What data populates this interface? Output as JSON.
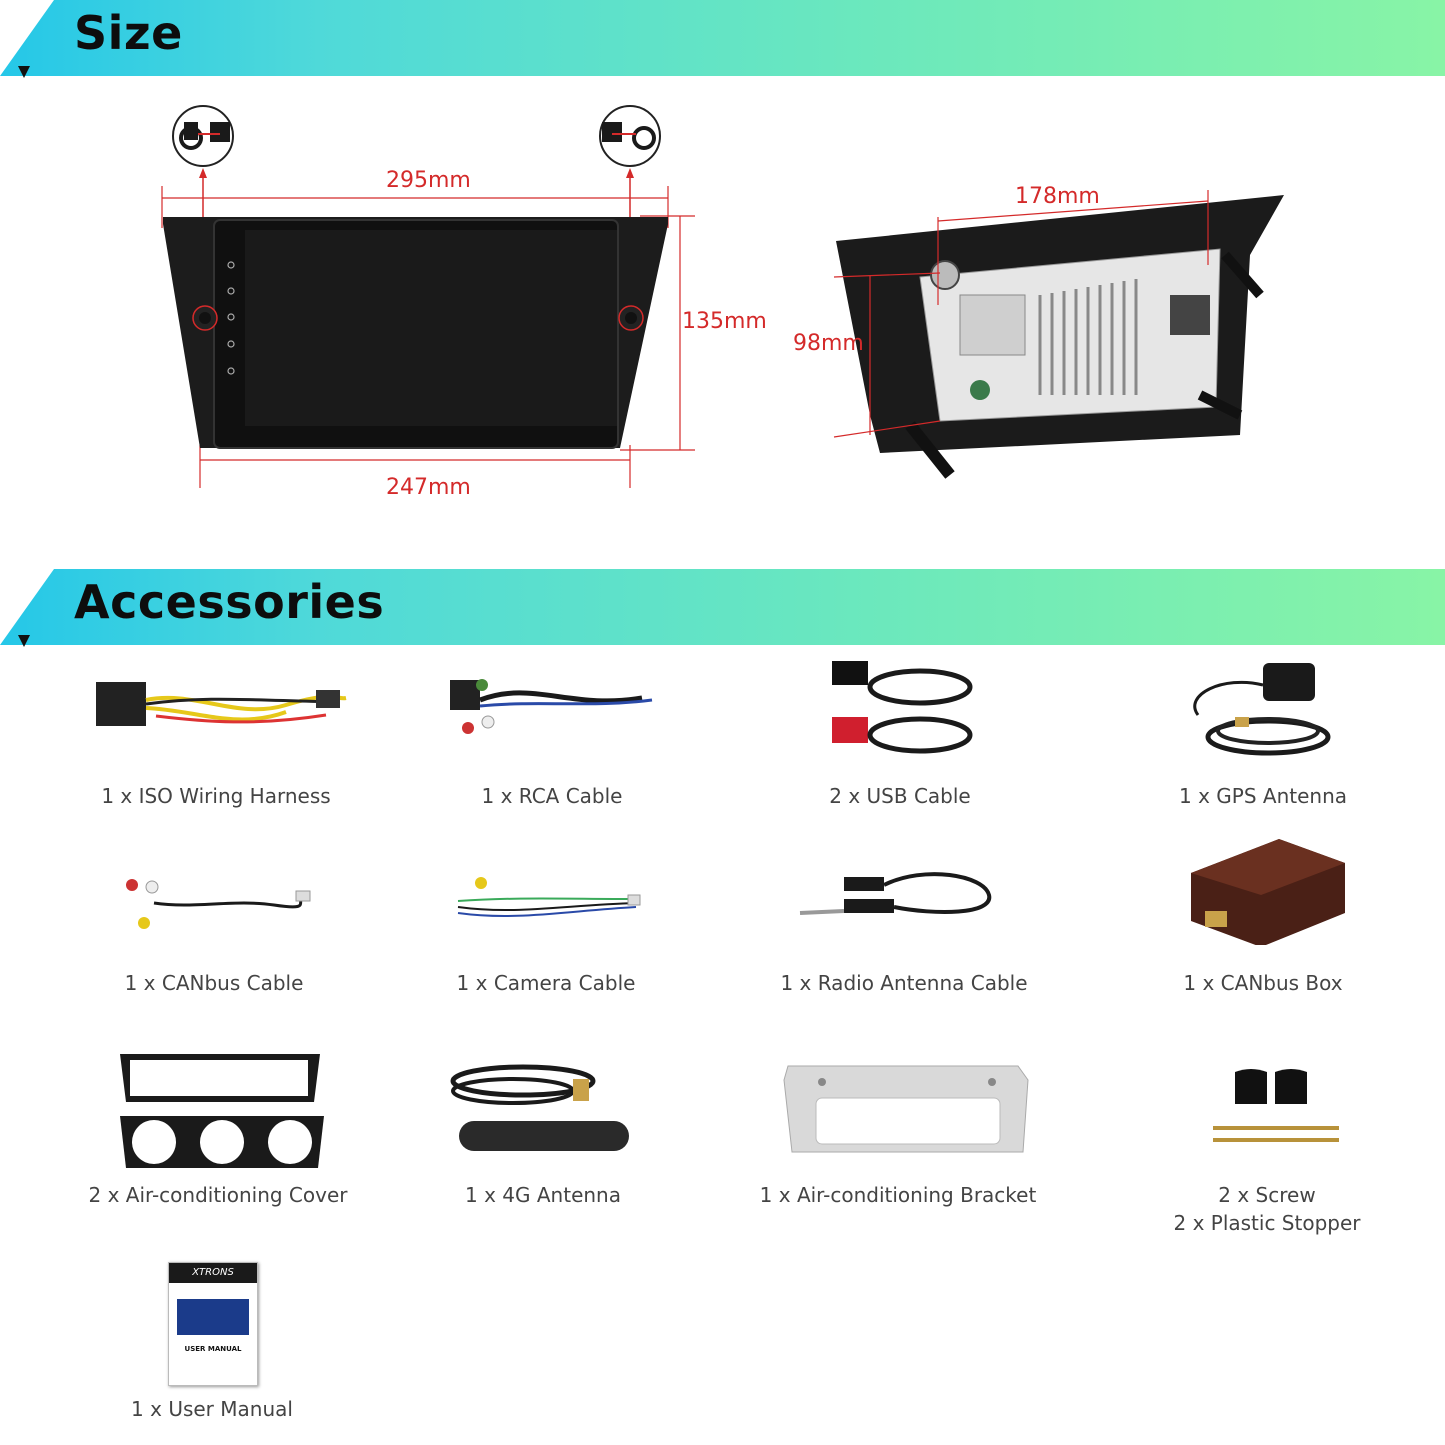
{
  "sections": {
    "size_title": "Size",
    "accessories_title": "Accessories"
  },
  "dimensions": {
    "front_width_top": "295mm",
    "front_width_bottom": "247mm",
    "front_height": "135mm",
    "back_width": "178mm",
    "back_height": "98mm"
  },
  "accessories": [
    {
      "label": "1 x ISO Wiring Harness",
      "icon": "iso-wiring-harness"
    },
    {
      "label": "1 x RCA Cable",
      "icon": "rca-cable"
    },
    {
      "label": "2 x USB Cable",
      "icon": "usb-cable"
    },
    {
      "label": "1 x GPS Antenna",
      "icon": "gps-antenna"
    },
    {
      "label": "1 x CANbus Cable",
      "icon": "canbus-cable"
    },
    {
      "label": "1 x Camera Cable",
      "icon": "camera-cable"
    },
    {
      "label": "1 x Radio Antenna Cable",
      "icon": "radio-antenna-cable"
    },
    {
      "label": "1 x CANbus Box",
      "icon": "canbus-box"
    },
    {
      "label": "2 x Air-conditioning Cover",
      "icon": "ac-cover"
    },
    {
      "label": "1 x 4G Antenna",
      "icon": "4g-antenna"
    },
    {
      "label": "1 x Air-conditioning Bracket",
      "icon": "ac-bracket"
    },
    {
      "label": "2 x Screw",
      "label2": "2 x Plastic Stopper",
      "icon": "screw-stopper"
    },
    {
      "label": "1 x User Manual",
      "icon": "user-manual"
    }
  ],
  "manual": {
    "brand": "XTRONS",
    "title": "USER MANUAL"
  },
  "colors": {
    "banner_start": "#25c7e8",
    "banner_end": "#88f4a6",
    "dimension_red": "#d42a2a"
  }
}
